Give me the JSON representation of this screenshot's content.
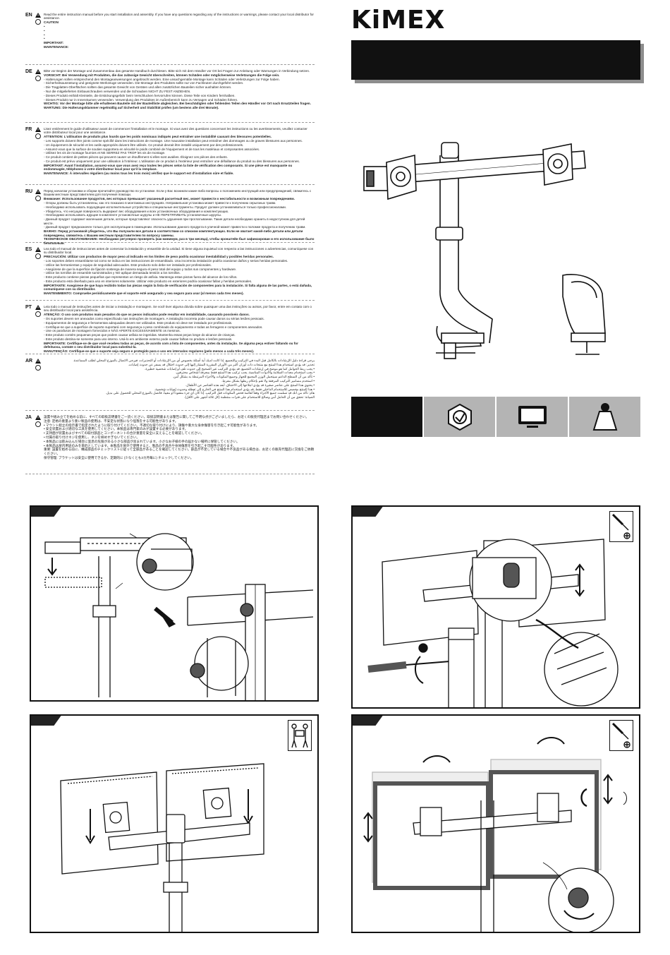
{
  "brand": {
    "logo": "KiMEX",
    "name": "Kimex"
  },
  "languages": [
    {
      "code": "EN",
      "paragraphs": [
        "Read the entire instruction manual before you start installation and assembly. If you have any questions regarding any of the instructions or warnings, please contact your local distributor for assistance.",
        "CAUTION",
        "•",
        "•",
        "•",
        "•",
        "IMPORTANT:",
        "MAINTENANCE:"
      ]
    },
    {
      "code": "DE",
      "paragraphs": [
        "Bitte vor Beginn der Montage und Zusammenbau das gesamte Handbuch durchlesen. Bitte sich mit dem Händler vor Ort bei Fragen zur Anleitung oder Warnungen in Verbindung setzen.",
        "VORSICHT: Bei Verwendung mit Produkten, die das zulässige Gewicht überschreiten, können Schäden oder möglicherweise Verletzungen die Folge sein.",
        "- Halterungen sollen entsprechend den Montageanweisungen angebracht werden. Eine unsachgemäße Montage kann Schäden oder Verletzungen zur Folge haben.",
        "- Sicherheitsausrüstung und geeignete Werkzeuge verwenden. Die Montage des Produktes sollte nur von Fachleuten durchgeführt werden.",
        "- Die Tragplatten-Oberflächen sollten das gesamte Gewicht von Geräten und allen zusätzlichen Bauteilen sicher aushalten können.",
        "- Nur die mitgelieferten Einbauschrauben verwenden und die Schrauben NICHT ZU FEST ANZIEHEN.",
        "- Dieses Produkt enthält Kleinteile, die Erstickungsgefahr beim Verschlucken hervorrufen können. Diese Teile von Kindern fernhalben.",
        "- Dieses Produkt nur in Innenräumen verwenden. Verwendung des Produktes im Außenbereich kann zu Versagen und Schäden führen.",
        "WICHTIG: Vor der Montage bitte alle erhaltenen Bauteile mit der Bauteilliste abgleichen. Bei beschädigten oder fehlenden Teilen den Händler vor Ort nach Ersatzteilen fragen.",
        "WARTUNG: Die Halterungsklammer regelmäßig auf Sicherheit und Stabilität prüfen (um bestens alle drei Monate)."
      ]
    },
    {
      "code": "FR",
      "paragraphs": [
        "Lisez entièrement le guide d'utilisateur avant de commencer l'installation et le montage. Si vous avez des questions concernant les instructions ou les avertissements, veuillez contacter votre distributeur local pour une assistance.",
        "ATTENTION: L'utilisation de produits plus lourds que les poids nominaux indiqués peut entraîner une instabilité causant des blessures potentielles.",
        "- Les supports doivent être joints comme spécifié dans les instructions de montage. Une mauvaise installation peut entraîner des dommages ou de graves blessures aux personnes.",
        "- Un équipement de sécurité et les outils appropriés doivent être utilisés. Ce produit devrait être installé uniquement par des professionnels.",
        "- Assurez-vous que la surface de soutien supportera en sécurité le poids combiné de l'équipement et de tous les matériaux et composantes associées.",
        "- Utilisez les vis de montage fournies et NE SERREZ PAS TROP les vis de montage.",
        "- Ce produit contient de petites pièces qui peuvent causer un étouffement si elles sont avalées. Éloignez ces pièces des enfants.",
        "- Ce produit est prévu uniquement pour une utilisation à l'intérieur. L'utilisation de ce produit à l'extérieur peut entraîner une défaillance du produit ou des blessures aux personnes.",
        "IMPORTANT: Avant l'installation, assurez-vous que vous avez reçu toutes les pièces selon la liste de vérification des composants. Si une pièce est manquante ou endommagée, téléphonez à votre distributeur local pour qu'il la remplace.",
        "MAINTENANCE: À intervalles réguliers (au moins tous les trois mois) vérifiez que le support est d'installation sûre et fiable."
      ]
    },
    {
      "code": "RU",
      "paragraphs": [
        "Перед началом установки и сборки прочитайте руководство по установке. Если у Вас возникли какие-либо вопросы о положениях инструкций или предупреждений, свяжитесь с Вашим местным представителем для получения помощи.",
        "Внимание: Использование продуктов, вес которых превышает указанный расчетный вес, может привести к нестабильности и возможным повреждениям.",
        "- Опоры должны быть установлены, как это показано в монтажных инструкциях. Неправильная установка может привести к получению серьезных травм.",
        "- Необходимо использовать подходящие исполнительные устройства и специальные инструменты. Продукт должен устанавливаться только профессионалами.",
        "- Убедитесь, что несущая поверхность выдержит вес оборудования и всех установочных оборудования и комплектующих.",
        "- Необходимо использовать идущие в комплекте установочные шурупы и НЕ ПЕРЕТЯГИВАТЬ установочные шурупы.",
        "- Данный продукт содержит маленькие детали, которые представляют опасность удушения при проглатывании. Такие детали необходимо хранить в недоступном для детей месте.",
        "- Данный продукт предназначен только для эксплуатации в помещении. Использование данного продукта в уличной может привести к поломке продукта и получению травм.",
        "ВАЖНО: Перед установкой убедитесь, что Вы получили все детали в соответствии со списком комплектующих. Если не хватает какой-либо детали или детали повреждены, свяжитесь с Вашим местным представителем по вопросу замены.",
        "ТЕХНИЧЕСКОЕ ОБСЛУЖИВАНИЕ: Необходимо регулярно проверять (как минимум, раз в три месяца), чтобы кронштейн был зафиксирован и его использование было безопасным."
      ]
    },
    {
      "code": "ES",
      "paragraphs": [
        "Lea todo el manual de instrucciones antes de comenzar la instalación y ensamble de la unidad. Si tiene alguna inquietud con respecto a las instrucciones o advertencias, comuníquese con su distribuidor local.",
        "PRECAUCIÓN: Utilizar con productos de mayor peso al indicado en los límites de peso podría ocasionar inestabilidad y posibles heridas personales.",
        "- Los soportes deben ensamblarse tal como se indica en las instrucciones de ensamblado. Una incorrecta instalación podría ocasionar daños y serias heridas personales.",
        "- Utilice las herramientas y equipo de seguridad adecuados. Este producto solo debe ser instalado por profesionales.",
        "- Asegúrese de que la superficie de fijación sostenga de manera segura el peso total del equipo y todos sus componentes y hardware.",
        "- Utilice los tornillos de ensamble suministrados y NO aplique demasiada tensión a los tornillos.",
        "- Este producto contiene piezas pequeñas que representan un riesgo de asfixia. Mantenga estas piezas fuera del alcance de los niños.",
        "- Este producto está diseñado para uso en interiores solamente. Utilizar este producto en exteriores podría ocasionar fallas y heridas personales.",
        "IMPORTANTE: Asegúrese de que haya recibido todas las piezas según la lista de verificación de componentes para la instalación. Si falta alguna de las partes, o está dañada, comuníquese con su distribuidor.",
        "MANTENIMIENTO: Compruebe periódicamente que el soporte esté asegurado y sea seguro para usar (al menos cada tres meses)."
      ]
    },
    {
      "code": "PT",
      "paragraphs": [
        "Leia todo o manual de instruções antes de iniciar a instalação e montagem. Se você tiver alguma dúvida sobre quaisquer uma das instruções ou avisos, por favor, entre em contato com o seu distribuidor local para assistência.",
        "ATENÇÃO: O uso com produtos mais pesados do que os pesos indicados pode resultar em instabilidade, causando possíveis danos.",
        "- Os suportes devem ser anexados como especificado nas instruções de montagem. A instalação incorreta pode causar danos ou sérias lesões pessoais.",
        "- Equipamentos de segurança e ferramentas adequadas devem ser utilizados. Este produto só deve ser instalado por profissionais.",
        "- Certifique-se que a superfície de suporte suportará com segurança o peso combinado do equipamento e todas as ferragens e componentes anexados.",
        "- Use os parafusos de montagem fornecidos e NÃO APERTE EXCESSIVAMENTE os mesmos.",
        "- Este produto contém pequenas peças que podem causar asfixia se ingeridas. Mantenha essas peças longe do alcance de crianças.",
        "- Este produto destina-se somente para uso interno. Usá-lo em ambiente externo pode causar falhas no produto e lesões pessoais.",
        "IMPORTANTE: Certifique-se de que você recebeu todas as peças, de acordo com a lista de componentes, antes da instalação. Se alguma peça estiver faltando ou for defeituosa, contate o seu distribuidor local para substituí-la.",
        "MANUTENÇÃO: Certifique-se que o suporte seja seguro e protegido para o uso em intervalos regulares (pelo menos a cada três meses)."
      ]
    },
    {
      "code": "AR",
      "paragraphs": [
        "يرجى قراءة دليل الإرشادات بالكامل قبل البدء في التركيب والتجميع. إذا كانت لديك أية أسئلة بخصوص أي من الإرشادات أو التحذيرات، فيرجى الاتصال بالموزع المحلي لطلب المساعدة.",
        "تحذير: قد يؤدي استخدام هذا المنتج مع منتجات ذات أوزان أكبر من الأوزان المقررة المشار إليها إلى حدوث اختلال قد يسفر عن حدوث إصابات.",
        "• يجب ربط الحوامل كما هو موضح في إرشادات التجميع. قد يؤدي التركيب غير الصحيح إلى حدوث تلف أو إصابات شخصية خطيرة.",
        "• يجب استخدام معدات السلامة والأدوات المناسبة. يجب تركيب هذا المنتج فقط بمعرفة أشخاص محترفين.",
        "• تأكد من أن السطح الداعم سيتحمل الوزن المجمع للجهاز وجميع المكونات والأجزاء المرتبطة به بشكل آمن.",
        "• استخدم مسامير التركيب المرفقة ولا تقم بإحكام ربطها بشكل مفرط.",
        "• يحتوي هذا المنتج على عناصر صغيرة قد يؤدي ابتلاعها إلى الاختناق. أبعد هذه العناصر عن الأطفال.",
        "• هذا المنتج مخصص للاستخدام الداخلي فقط. قد يؤدي استخدام هذا المنتج في الخارج إلى تعطله وحدوث إصابات شخصية.",
        "هام: تأكد من أنك قد تسلمت جميع الأجزاء وفقاً لقائمة فحص المكونات قبل التركيب. إذا كان أي جزء مفقوداً أو معيباً، فاتصل بالموزع المحلي للحصول على بديل.",
        "الصيانة: تحقق من أن الحامل آمن وصالح للاستخدام على فترات منتظمة (كل ثلاثة أشهر على الأقل)."
      ]
    },
    {
      "code": "JA",
      "paragraphs": [
        "設置や組み立てを始める前に、すべての取扱説明書をご一読ください。取扱説明書または警告に関してご不明な点がございましたら、お近くの販売代理店までお問い合わせください。",
        "注意: 定格の重量より重い製品の使用は、不安定な状態になり怪我をする可能性があります。",
        "• マウント組立の指示書で指定されたように取り付けてください。不適切な取り付けにより、損傷や重大な身体傷害を引き起こす可能性があります。",
        "• 安全装置および適切な工具を使用してください。本製品は専門家のみが設置する必要があります。",
        "• 支持面が装置およびすべての取付部品とコンポーネントの合計重量を安全に支えることを確認してください。",
        "• 付属の取り付けネジを使用し、ネジを締めすぎないでください。",
        "• 本製品には飲み込んだ場合に窒息の危険がある小さな部品が含まれています。小さなお子様の手の届かない場所に保管してください。",
        "• 本製品は屋内用途のみを目的としています。本製品を屋外で使用すると、製品の不具合や身体傷害を引き起こす可能性があります。",
        "重要: 設置を始める前に、構成部品のチェックリストに従って全部品があることを確認してください。部品が不足している場合や不良品がある場合は、お近くの販売代理店に交換をご依頼ください。",
        "保守管理: ブラケットは安全に使用できるか、定期的に (少なくとも3カ月毎に) チェックしてください。"
      ]
    }
  ],
  "colors": {
    "banner": "#111111",
    "banner_shadow": "#8d8d8d",
    "spec_gray": "#b4b4b4",
    "line": "#111111"
  },
  "icons": [
    "warning-icon",
    "manual-icon",
    "vesa-icon",
    "monitor-icon",
    "weight-icon",
    "screwdriver-icon",
    "two-person-icon"
  ]
}
